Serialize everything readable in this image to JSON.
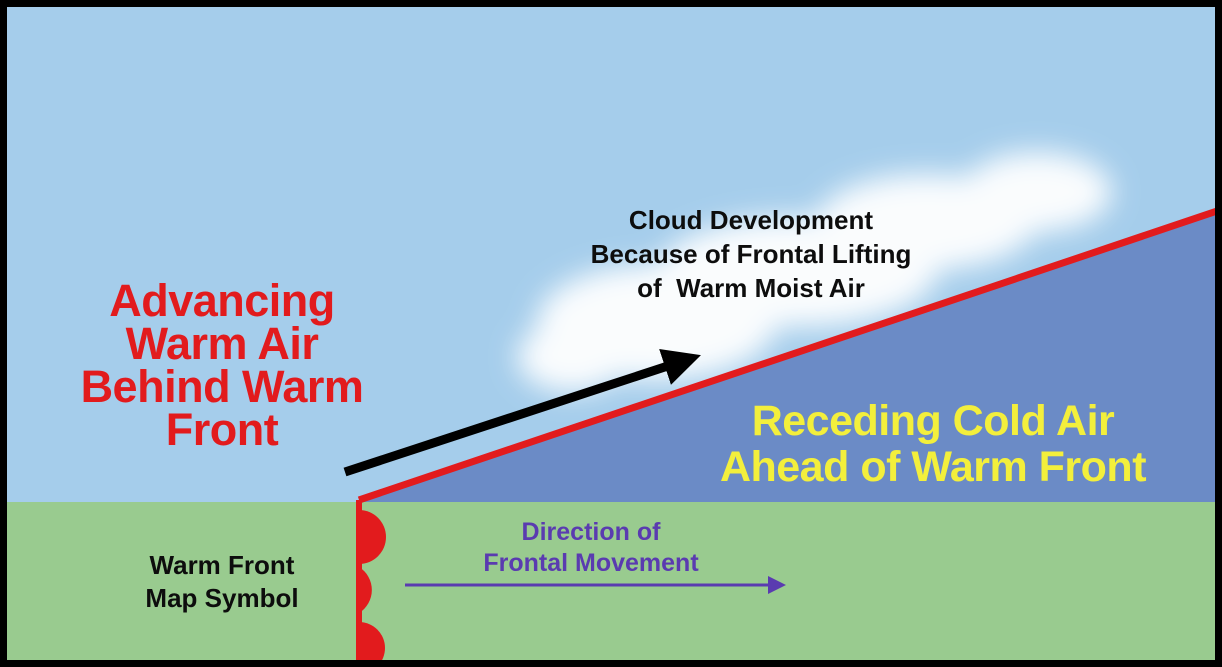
{
  "labels": {
    "warm_air": [
      "Advancing",
      "Warm Air",
      "Behind Warm",
      "Front"
    ],
    "cold_air": [
      "Receding Cold Air",
      "Ahead of Warm Front"
    ],
    "cloud": [
      "Cloud Development",
      "Because of Frontal Lifting",
      "of  Warm Moist Air"
    ],
    "map_symbol": [
      "Warm Front",
      "Map Symbol"
    ],
    "direction": [
      "Direction of",
      "Frontal Movement"
    ]
  },
  "colors": {
    "sky": "#a5cdeb",
    "ground": "#99cb8f",
    "cold_air_wedge": "#6b8bc6",
    "front_line": "#e21b1d",
    "warm_text": "#e21b1d",
    "cold_text": "#f3ef3c",
    "direction_arrow": "#5a3bb0",
    "lift_arrow": "#000000",
    "cloud": "#ffffff"
  },
  "icons": [
    "lift-arrow-icon",
    "direction-arrow-icon",
    "warm-front-semicircle-icon"
  ]
}
